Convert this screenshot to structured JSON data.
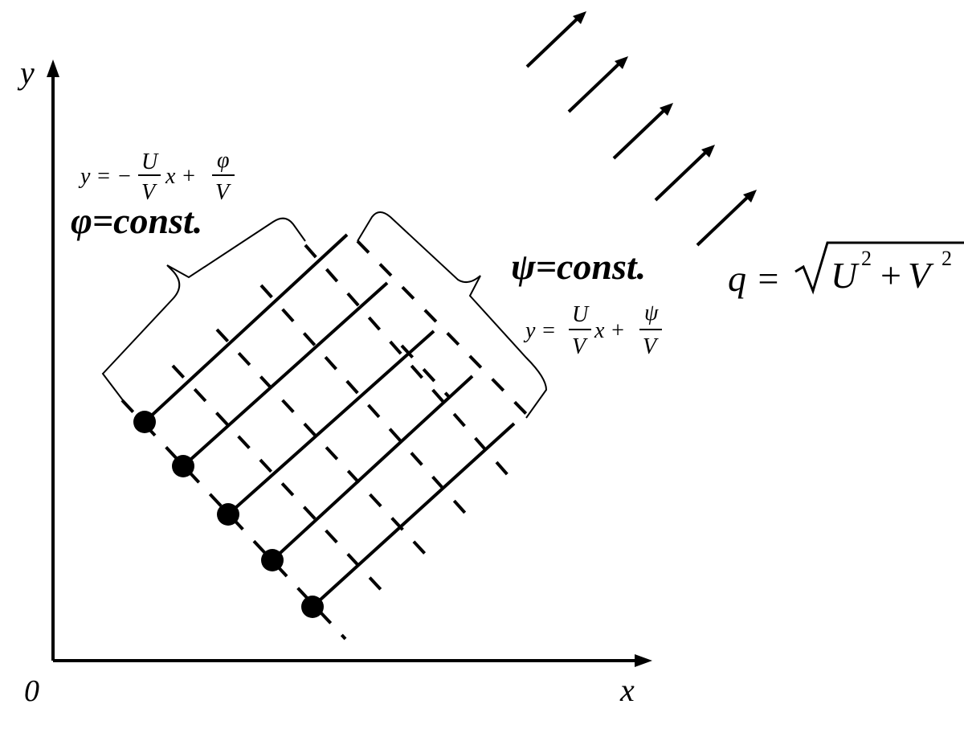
{
  "axes": {
    "origin_label": "0",
    "x_label": "x",
    "y_label": "y"
  },
  "labels": {
    "phi_const": "φ=const.",
    "psi_const": "ψ=const.",
    "phi_equation": {
      "lhs": "y = −",
      "num1": "U",
      "den1": "V",
      "mid": "x +",
      "num2": "φ",
      "den2": "V"
    },
    "psi_equation": {
      "lhs": "y =",
      "num1": "U",
      "den1": "V",
      "mid": "x +",
      "num2": "ψ",
      "den2": "V"
    },
    "speed_equation": {
      "lhs": "q =",
      "radicand_a": "U",
      "exp_a": "2",
      "plus": "+",
      "radicand_b": "V",
      "exp_b": "2"
    }
  },
  "diagram": {
    "stream_line_count": 5,
    "equipotential_line_count": 8,
    "flow_arrow_count": 5,
    "line_color": "#000000"
  }
}
